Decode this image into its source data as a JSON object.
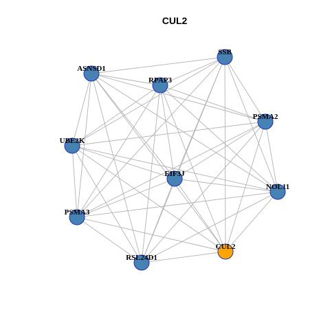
{
  "title": "CUL2",
  "colors": {
    "default_node": "#4682b4",
    "focus_node": "#ffa500",
    "node_border": "#1f2fbf",
    "edge": "#b3b3b3",
    "background": "#ffffff"
  },
  "nodes": [
    {
      "id": "SSB",
      "label": "SSB",
      "focus": false
    },
    {
      "id": "ASNSD1",
      "label": "ASNSD1",
      "focus": false
    },
    {
      "id": "RPAP3",
      "label": "RPAP3",
      "focus": false
    },
    {
      "id": "PSMA2",
      "label": "PSMA2",
      "focus": false
    },
    {
      "id": "UBE2K",
      "label": "UBE2K",
      "focus": false
    },
    {
      "id": "EIF3J",
      "label": "EIF3J",
      "focus": false
    },
    {
      "id": "NOL11",
      "label": "NOL11",
      "focus": false
    },
    {
      "id": "PSMA3",
      "label": "PSMA3",
      "focus": false
    },
    {
      "id": "CUL2",
      "label": "CUL2",
      "focus": true
    },
    {
      "id": "RSL24D1",
      "label": "RSL24D1",
      "focus": false
    }
  ],
  "edges": [
    [
      "SSB",
      "ASNSD1"
    ],
    [
      "SSB",
      "RPAP3"
    ],
    [
      "SSB",
      "PSMA2"
    ],
    [
      "SSB",
      "UBE2K"
    ],
    [
      "SSB",
      "EIF3J"
    ],
    [
      "SSB",
      "NOL11"
    ],
    [
      "SSB",
      "PSMA3"
    ],
    [
      "SSB",
      "CUL2"
    ],
    [
      "SSB",
      "RSL24D1"
    ],
    [
      "ASNSD1",
      "RPAP3"
    ],
    [
      "ASNSD1",
      "PSMA2"
    ],
    [
      "ASNSD1",
      "UBE2K"
    ],
    [
      "ASNSD1",
      "EIF3J"
    ],
    [
      "ASNSD1",
      "NOL11"
    ],
    [
      "ASNSD1",
      "PSMA3"
    ],
    [
      "ASNSD1",
      "CUL2"
    ],
    [
      "ASNSD1",
      "RSL24D1"
    ],
    [
      "RPAP3",
      "PSMA2"
    ],
    [
      "RPAP3",
      "UBE2K"
    ],
    [
      "RPAP3",
      "EIF3J"
    ],
    [
      "RPAP3",
      "NOL11"
    ],
    [
      "RPAP3",
      "PSMA3"
    ],
    [
      "RPAP3",
      "CUL2"
    ],
    [
      "RPAP3",
      "RSL24D1"
    ],
    [
      "PSMA2",
      "UBE2K"
    ],
    [
      "PSMA2",
      "EIF3J"
    ],
    [
      "PSMA2",
      "NOL11"
    ],
    [
      "PSMA2",
      "PSMA3"
    ],
    [
      "PSMA2",
      "CUL2"
    ],
    [
      "PSMA2",
      "RSL24D1"
    ],
    [
      "UBE2K",
      "EIF3J"
    ],
    [
      "UBE2K",
      "NOL11"
    ],
    [
      "UBE2K",
      "PSMA3"
    ],
    [
      "UBE2K",
      "CUL2"
    ],
    [
      "UBE2K",
      "RSL24D1"
    ],
    [
      "EIF3J",
      "NOL11"
    ],
    [
      "EIF3J",
      "PSMA3"
    ],
    [
      "EIF3J",
      "CUL2"
    ],
    [
      "EIF3J",
      "RSL24D1"
    ],
    [
      "NOL11",
      "PSMA3"
    ],
    [
      "NOL11",
      "CUL2"
    ],
    [
      "NOL11",
      "RSL24D1"
    ],
    [
      "PSMA3",
      "CUL2"
    ],
    [
      "PSMA3",
      "RSL24D1"
    ],
    [
      "CUL2",
      "RSL24D1"
    ]
  ]
}
